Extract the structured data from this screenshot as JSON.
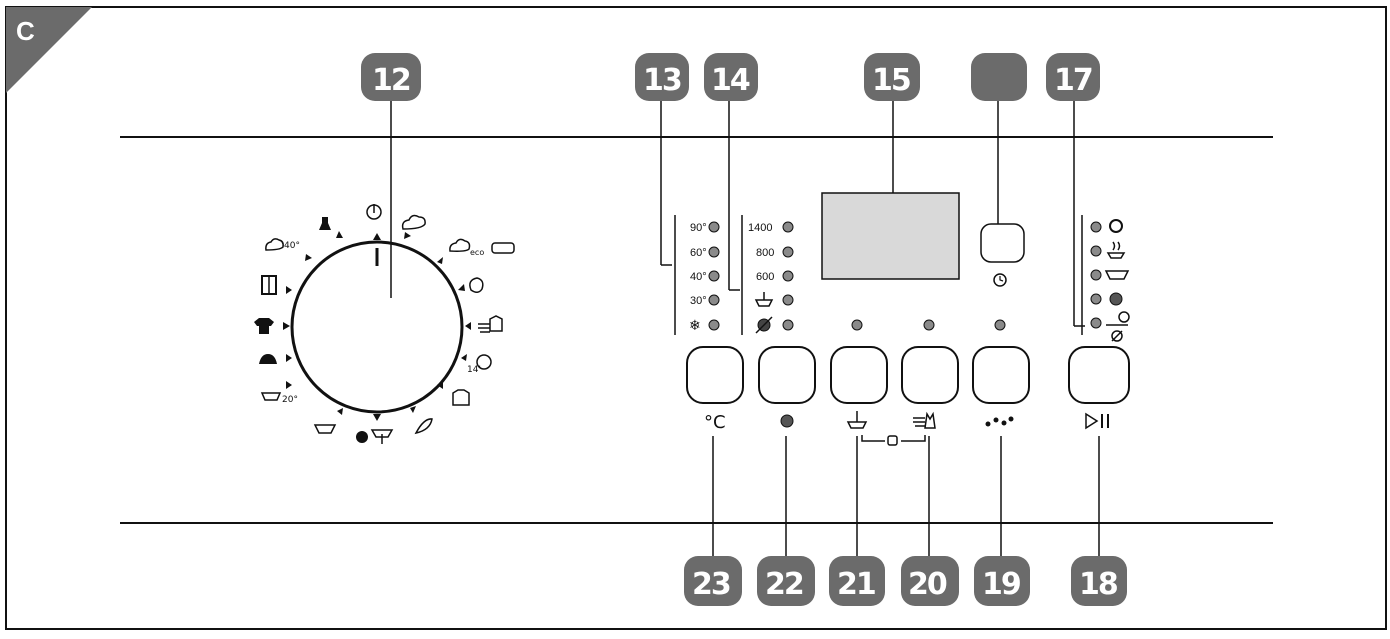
{
  "panel_letter": "C",
  "labels": {
    "dial": "12",
    "temp_leds": "13",
    "spin_leds": "14",
    "display": "15",
    "blank_badge": "",
    "aux_leds": "17",
    "start_button": "18",
    "btn_19": "19",
    "btn_20": "20",
    "btn_21": "21",
    "spin_button": "22",
    "temp_button": "23"
  },
  "temperatures": [
    "90°",
    "60°",
    "40°",
    "30°"
  ],
  "spin_speeds": [
    "1400",
    "800",
    "600"
  ],
  "dial_small_text": {
    "eco": "eco",
    "p40": "40°",
    "p20": "20°",
    "p14": "14'"
  },
  "button_symbols": {
    "temp": "°C",
    "spin": "◍",
    "rinse": "⩊",
    "soil": "≡♨",
    "steam": "٭",
    "start": "▷II",
    "lock": "θ"
  },
  "colors": {
    "badge": "#6b6b6b",
    "line": "#111111",
    "led": "#8a8a8a",
    "display_fill": "#d9d9d9"
  }
}
